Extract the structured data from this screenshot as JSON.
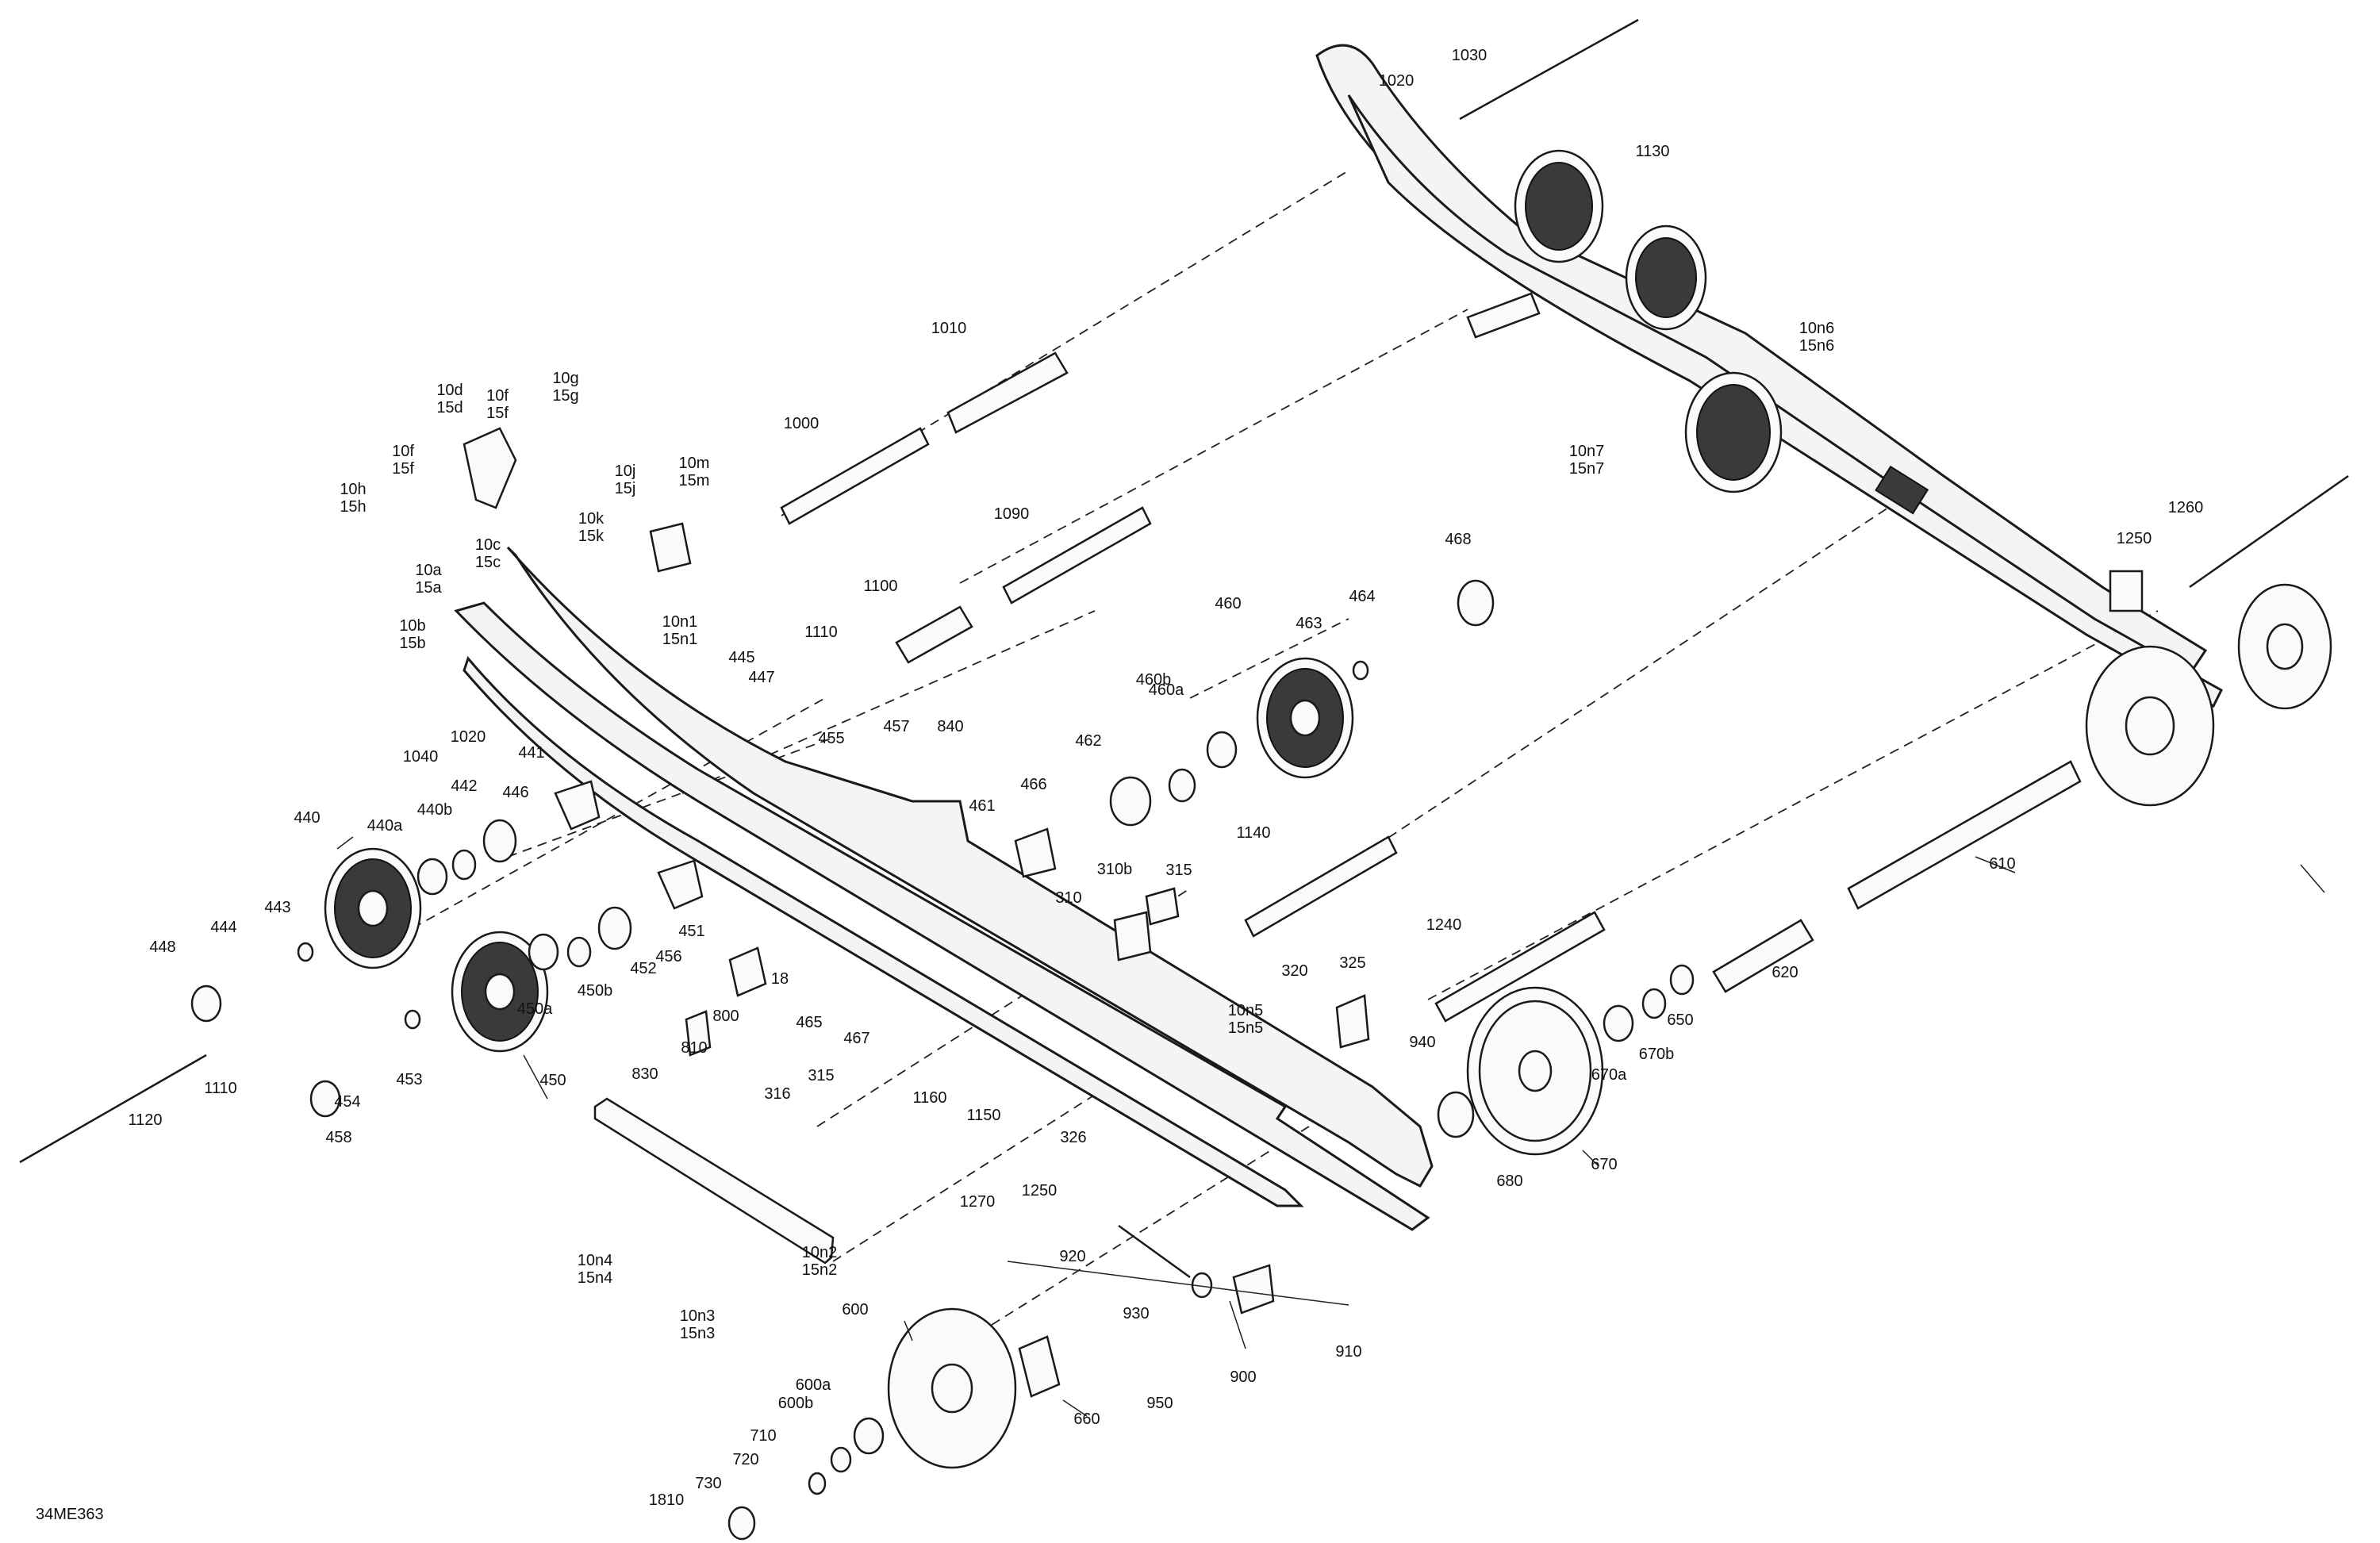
{
  "drawing": {
    "code": "34ME363",
    "callouts": [
      "10d\n15d",
      "10f\n15f",
      "10g\n15g",
      "10f\n15f",
      "10h\n15h",
      "10j\n15j",
      "10m\n15m",
      "10k\n15k",
      "10c\n15c",
      "10a\n15a",
      "10b\n15b",
      "1040",
      "1020",
      "10n1\n15n1",
      "445",
      "447",
      "441",
      "442",
      "446",
      "440b",
      "440a",
      "440",
      "443",
      "444",
      "448",
      "1110",
      "1120",
      "455",
      "457",
      "840",
      "461",
      "466",
      "462",
      "460b",
      "460a",
      "460",
      "463",
      "464",
      "468",
      "1110",
      "1100",
      "1090",
      "1000",
      "1010",
      "1020",
      "1030",
      "1130",
      "10n6\n15n6",
      "10n7\n15n7",
      "1250",
      "1260",
      "610",
      "620",
      "650",
      "670b",
      "670a",
      "670",
      "680",
      "940",
      "320",
      "325",
      "1240",
      "1140",
      "315",
      "310b",
      "310",
      "10n5\n15n5",
      "451",
      "456",
      "452",
      "450b",
      "450a",
      "450",
      "453",
      "454",
      "458",
      "800",
      "810",
      "830",
      "18",
      "465",
      "467",
      "316",
      "315",
      "1160",
      "1150",
      "326",
      "1270",
      "1250",
      "920",
      "10n2\n15n2",
      "10n3\n15n3",
      "10n4\n15n4",
      "930",
      "910",
      "900",
      "950",
      "600",
      "660",
      "600a",
      "600b",
      "710",
      "720",
      "730",
      "1810"
    ]
  }
}
